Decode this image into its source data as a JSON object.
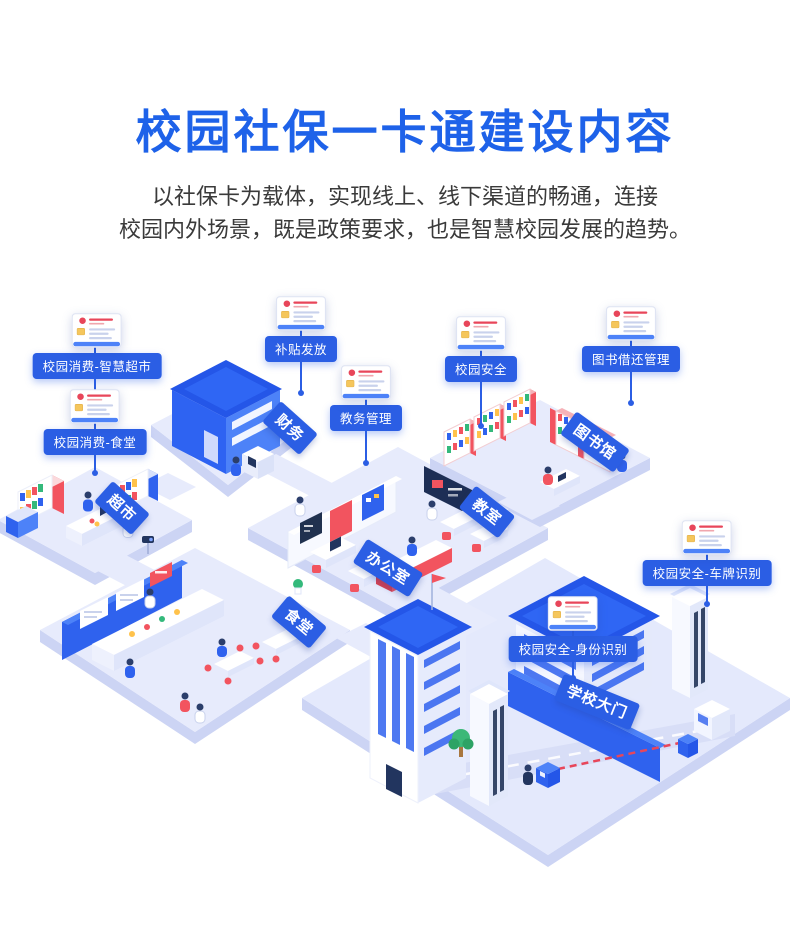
{
  "page": {
    "title": "校园社保一卡通建设内容",
    "subtitle_line1": "以社保卡为载体，实现线上、线下渠道的畅通，连接",
    "subtitle_line2": "校园内外场景，既是政策要求，也是智慧校园发展的趋势。"
  },
  "callouts": [
    {
      "id": "smart-supermarket",
      "label": "校园消费-智慧超市",
      "icon": "social-security-card-icon"
    },
    {
      "id": "canteen-consumption",
      "label": "校园消费-食堂",
      "icon": "social-security-card-icon"
    },
    {
      "id": "subsidy-distribution",
      "label": "补贴发放",
      "icon": "social-security-card-icon"
    },
    {
      "id": "academic-affairs",
      "label": "教务管理",
      "icon": "social-security-card-icon"
    },
    {
      "id": "campus-security",
      "label": "校园安全",
      "icon": "social-security-card-icon"
    },
    {
      "id": "library-borrowing",
      "label": "图书借还管理",
      "icon": "social-security-card-icon"
    },
    {
      "id": "plate-recognition",
      "label": "校园安全-车牌识别",
      "icon": "social-security-card-icon"
    },
    {
      "id": "identity-recognition",
      "label": "校园安全-身份识别",
      "icon": "social-security-card-icon"
    }
  ],
  "areas": [
    {
      "id": "finance",
      "label": "财务"
    },
    {
      "id": "supermarket",
      "label": "超市"
    },
    {
      "id": "office",
      "label": "办公室"
    },
    {
      "id": "classroom",
      "label": "教室"
    },
    {
      "id": "library",
      "label": "图书馆"
    },
    {
      "id": "canteen",
      "label": "食堂"
    },
    {
      "id": "school-gate",
      "label": "学校大门"
    }
  ],
  "colors": {
    "title_blue": "#1e62e9",
    "pill_blue": "#2b5ee4",
    "deep_blue": "#2456e8",
    "primary_blue": "#2f62ee",
    "light_blue": "#4d82f8",
    "platform": "#e7ebfc",
    "accent_red": "#f2545f",
    "accent_yellow": "#ffc24b",
    "accent_green": "#34b97b",
    "text_dark": "#3a3a3a"
  }
}
